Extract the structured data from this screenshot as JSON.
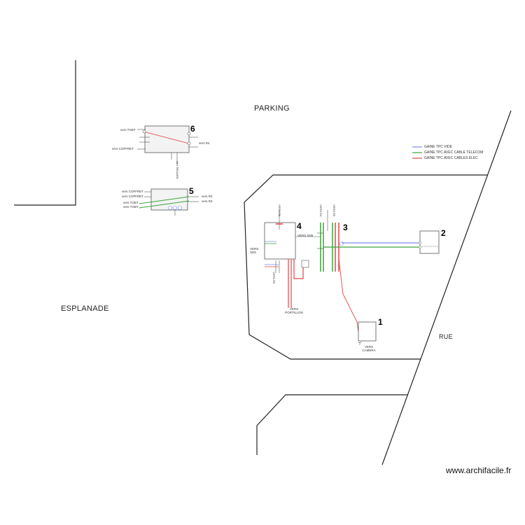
{
  "areas": {
    "parking": "PARKING",
    "esplanade": "ESPLANADE",
    "rue": "RUE"
  },
  "legend": [
    {
      "label": "GAINE TPC VIDE",
      "color": "#7b8ee8"
    },
    {
      "label": "GAINE TPC AVEC CABLE TELECOM",
      "color": "#3aa33a"
    },
    {
      "label": "GAINE TPC AVEC CABLES ELEC",
      "color": "#e04545"
    }
  ],
  "boxes": {
    "b1": {
      "number": "1",
      "label": "VERS CAMERA"
    },
    "b2": {
      "number": "2"
    },
    "b3": {
      "number": "3",
      "v1": "VERS R4",
      "v2": "VERS R5"
    },
    "b4": {
      "number": "4",
      "side": "VERS SD6",
      "top": "VERS R6",
      "left": "VERS SD5",
      "portillon": "VERS PORTILLON",
      "bottom_left": "VERS R5"
    },
    "b5": {
      "number": "5",
      "l1": "vers COFFRET",
      "l2": "vers COFFRET",
      "l3": "vers TGBT",
      "l4": "vers TGBT",
      "r1": "vers R3",
      "r2": "vers R3"
    },
    "b6": {
      "number": "6",
      "l1": "vers TGBT",
      "l2": "vers COFFRET",
      "r1": "vers R4",
      "bottom": "vers REGARD"
    }
  },
  "colors": {
    "line": "#222222",
    "telecom": "#3aa33a",
    "elec": "#e04545",
    "empty": "#7b8ee8",
    "box_fill": "#f3f3f3"
  },
  "credit": "www.archifacile.fr"
}
